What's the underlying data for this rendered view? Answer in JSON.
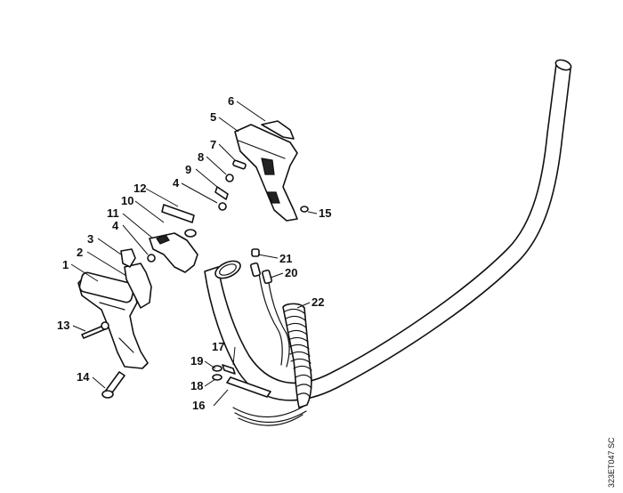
{
  "callouts": {
    "c1": "1",
    "c2": "2",
    "c3": "3",
    "c4a": "4",
    "c4b": "4",
    "c5": "5",
    "c6": "6",
    "c7": "7",
    "c8": "8",
    "c9": "9",
    "c10": "10",
    "c11": "11",
    "c12": "12",
    "c13": "13",
    "c14": "14",
    "c15": "15",
    "c16": "16",
    "c17": "17",
    "c18": "18",
    "c19": "19",
    "c20": "20",
    "c21": "21",
    "c22": "22"
  },
  "drawing_code": "323ET047 SC"
}
